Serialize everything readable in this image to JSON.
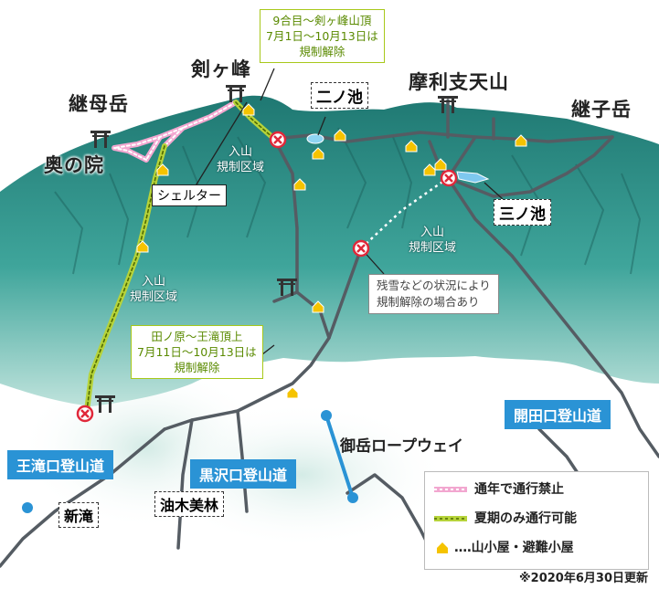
{
  "peaks": {
    "tsurugigamine": "剣ヶ峰",
    "tsuguhaha": "継母岳",
    "okunoin": "奥の院",
    "marishiten": "摩利支天山",
    "tsuguko": "継子岳"
  },
  "ponds": {
    "ninoike": "二ノ池",
    "sannoike": "三ノ池"
  },
  "shelter": "シェルター",
  "restricted_labels": {
    "summit": [
      "入山",
      "規制区域"
    ],
    "east": [
      "入山",
      "規制区域"
    ],
    "west": [
      "入山",
      "規制区域"
    ]
  },
  "notes": {
    "summit": [
      "9合目～剣ヶ峰山頂",
      "7月1日～10月13日は",
      "規制解除"
    ],
    "west": [
      "田ノ原～王滝頂上",
      "7月11日～10月13日は",
      "規制解除"
    ],
    "east": [
      "残雪などの状況により",
      "規制解除の場合あり"
    ]
  },
  "routes": {
    "otaki": "王滝口登山道",
    "kurosawa": "黒沢口登山道",
    "kaida": "開田口登山道"
  },
  "ropeway": "御岳ロープウェイ",
  "places": {
    "shintaki": "新滝",
    "yuki_forest": "油木美林"
  },
  "legend": {
    "closed_all_year": "通年で通行禁止",
    "summer_only": "夏期のみ通行可能",
    "huts": "‥‥山小屋・避難小屋"
  },
  "colors": {
    "closed_trail": "#f2a7d0",
    "summer_trail": "#b6d33a",
    "trail": "#555c63",
    "mountain": "#2c8c84",
    "route_tag": "#2a93d5",
    "ropeway": "#2a93d5",
    "hut": "#f5c300",
    "closed_marker": "#e0283a"
  },
  "updated": "※2020年6月30日更新"
}
